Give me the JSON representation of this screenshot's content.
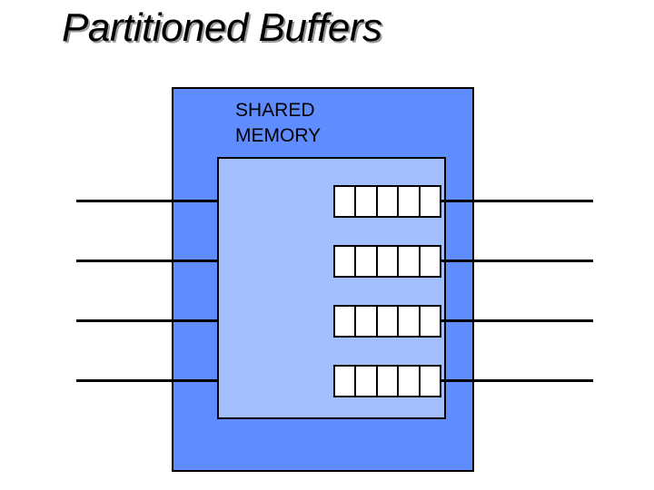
{
  "title": "Partitioned Buffers",
  "shared_memory_label": [
    "SHARED",
    "MEMORY"
  ],
  "buffers": [
    {
      "cells": 5
    },
    {
      "cells": 5
    },
    {
      "cells": 5
    },
    {
      "cells": 5
    }
  ],
  "input_lines": 4,
  "output_lines": 4,
  "colors": {
    "outer_box": "#5f8cff",
    "inner_box": "#a3bfff",
    "buffer_cell": "#ffffff",
    "line": "#000000"
  }
}
